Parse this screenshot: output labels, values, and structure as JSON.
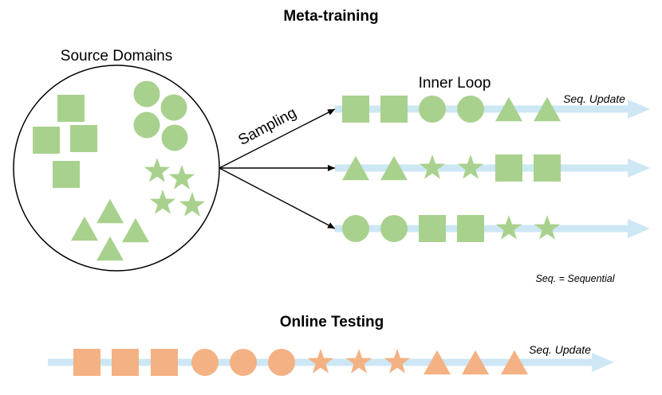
{
  "colors": {
    "green": "#a9d18e",
    "orange": "#f4b183",
    "arrow": "#cde7f5",
    "line": "#000000"
  },
  "meta_training": {
    "title": "Meta-training",
    "source_label": "Source Domains",
    "sampling_label": "Sampling",
    "inner_loop_label": "Inner Loop",
    "seq_update_label": "Seq. Update",
    "source_items": [
      "square",
      "square",
      "square",
      "square",
      "circle",
      "circle",
      "circle",
      "circle",
      "star",
      "star",
      "star",
      "star",
      "triangle",
      "triangle",
      "triangle",
      "triangle"
    ],
    "sequences": [
      [
        "square",
        "square",
        "circle",
        "circle",
        "triangle",
        "triangle"
      ],
      [
        "triangle",
        "triangle",
        "star",
        "star",
        "square",
        "square"
      ],
      [
        "circle",
        "circle",
        "square",
        "square",
        "star",
        "star"
      ]
    ]
  },
  "legend_note": "Seq. = Sequential",
  "online_testing": {
    "title": "Online Testing",
    "seq_update_label": "Seq. Update",
    "sequence": [
      "square",
      "square",
      "square",
      "circle",
      "circle",
      "circle",
      "star",
      "star",
      "star",
      "triangle",
      "triangle",
      "triangle"
    ]
  }
}
